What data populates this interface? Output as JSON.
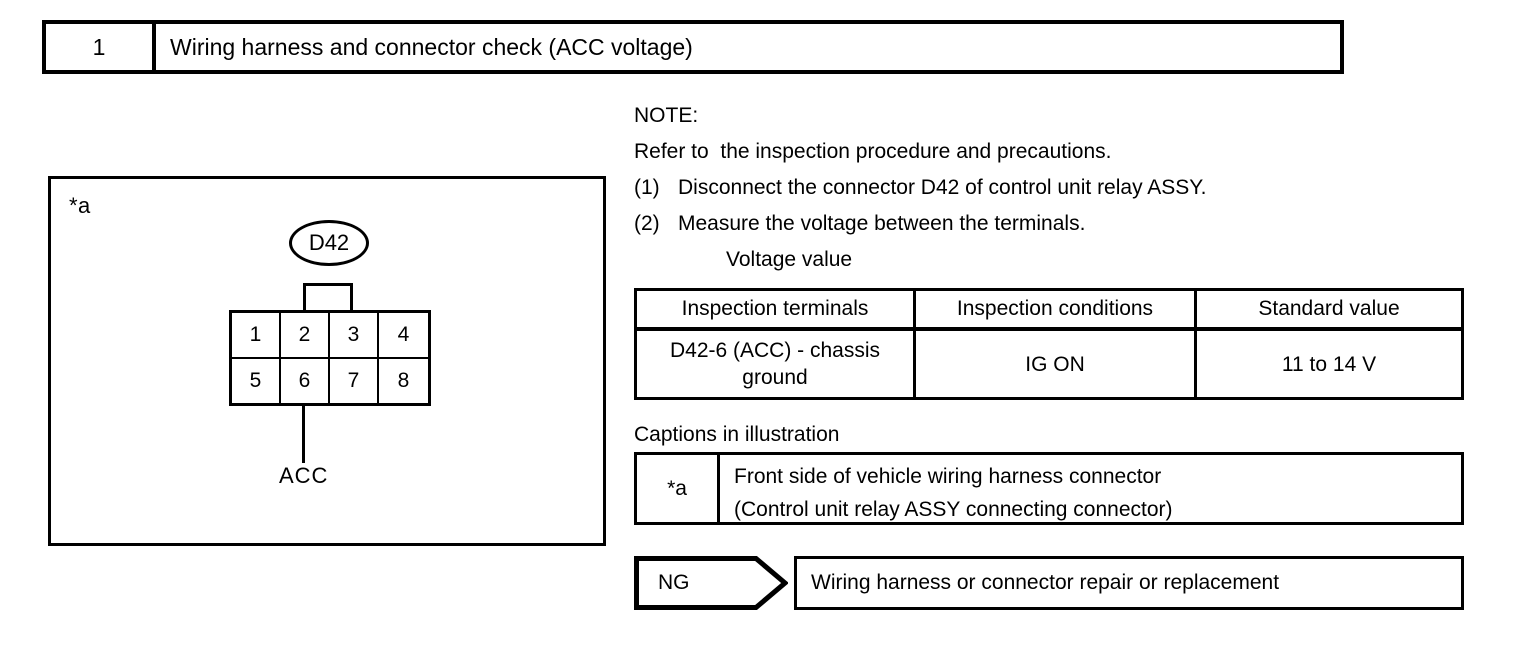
{
  "step_header": {
    "number": "1",
    "title": "Wiring harness and connector check (ACC voltage)"
  },
  "illustration": {
    "caption_marker": "*a",
    "connector_id": "D42",
    "pins_top": [
      "1",
      "2",
      "3",
      "4"
    ],
    "pins_bottom": [
      "5",
      "6",
      "7",
      "8"
    ],
    "signal_label": "ACC"
  },
  "note": {
    "heading": "NOTE:",
    "refer_line": "Refer to  the inspection procedure and precautions.",
    "steps": [
      {
        "num": "(1)",
        "text": "Disconnect the connector D42 of control unit relay ASSY."
      },
      {
        "num": "(2)",
        "text": "Measure the voltage between the terminals."
      }
    ],
    "sub_label": "Voltage value"
  },
  "spec_table": {
    "headers": [
      "Inspection terminals",
      "Inspection conditions",
      "Standard value"
    ],
    "rows": [
      {
        "terminals": "D42-6 (ACC) - chassis ground",
        "conditions": "IG ON",
        "standard": "11 to 14 V"
      }
    ]
  },
  "captions": {
    "title": "Captions in illustration",
    "entries": [
      {
        "key": "*a",
        "line1": "Front side of vehicle wiring harness connector",
        "line2": "(Control unit relay ASSY connecting connector)"
      }
    ]
  },
  "result": {
    "badge": "NG",
    "action": "Wiring harness or connector repair or replacement"
  },
  "colors": {
    "ink": "#000000",
    "paper": "#ffffff"
  }
}
